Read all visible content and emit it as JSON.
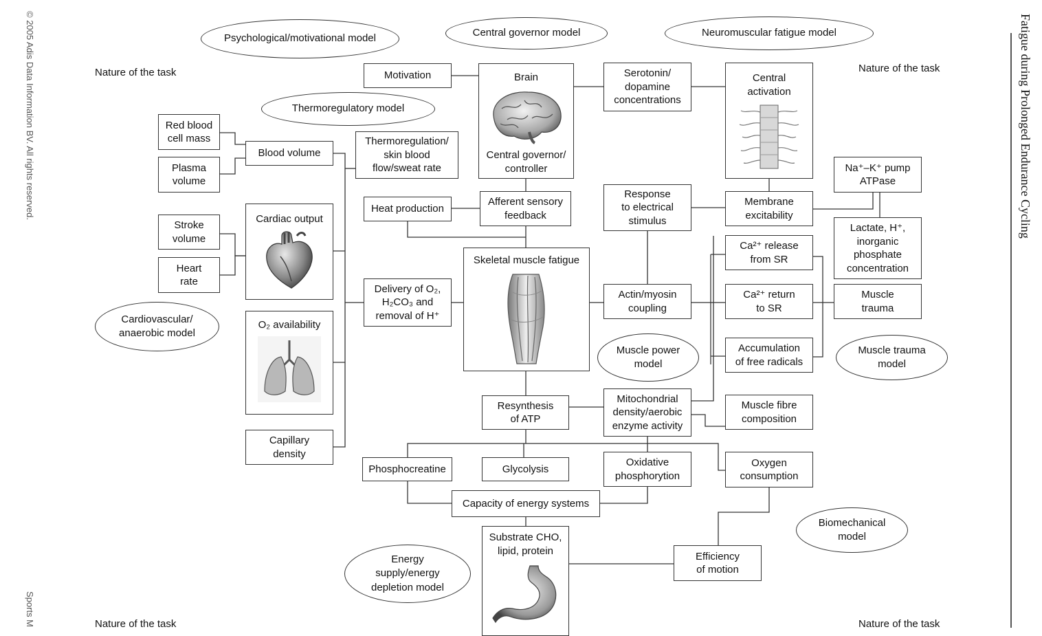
{
  "margin": {
    "copyright": "© 2005 Adis Data Information BV. All rights reserved.",
    "journal": "Sports M",
    "running_title": "Fatigue during Prolonged Endurance Cycling"
  },
  "corners": {
    "top_left": "Nature of the task",
    "top_right": "Nature of the task",
    "bottom_left": "Nature of the task",
    "bottom_right": "Nature of the task"
  },
  "models": {
    "psychological": "Psychological/motivational model",
    "central_governor": "Central governor model",
    "neuromuscular": "Neuromuscular fatigue model",
    "thermoregulatory": "Thermoregulatory model",
    "cardiovascular": "Cardiovascular/\nanaerobic model",
    "muscle_power": "Muscle power\nmodel",
    "muscle_trauma": "Muscle trauma\nmodel",
    "biomechanical": "Biomechanical\nmodel",
    "energy_supply": "Energy\nsupply/energy\ndepletion model"
  },
  "nodes": {
    "motivation": "Motivation",
    "brain": "Brain",
    "central_governor": "Central governor/\ncontroller",
    "serotonin": "Serotonin/\ndopamine\nconcentrations",
    "central_activation": "Central\nactivation",
    "red_blood": "Red blood\ncell mass",
    "plasma": "Plasma\nvolume",
    "blood_volume": "Blood volume",
    "thermoregulation": "Thermoregulation/\nskin blood\nflow/sweat rate",
    "na_k_pump": "Na⁺–K⁺ pump\nATPase",
    "heat_production": "Heat production",
    "afferent": "Afferent sensory\nfeedback",
    "response_electrical": "Response\nto electrical\nstimulus",
    "membrane": "Membrane\nexcitability",
    "stroke_volume": "Stroke\nvolume",
    "cardiac_output": "Cardiac output",
    "heart_rate": "Heart\nrate",
    "lactate": "Lactate, H⁺,\ninorganic\nphosphate\nconcentration",
    "ca_release": "Ca²⁺ release\nfrom SR",
    "skeletal_fatigue": "Skeletal muscle fatigue",
    "delivery": "Delivery of O₂,\nH₂CO₃ and\nremoval of H⁺",
    "actin_myosin": "Actin/myosin\ncoupling",
    "ca_return": "Ca²⁺ return\nto SR",
    "muscle_trauma": "Muscle\ntrauma",
    "o2_availability": "O₂ availability",
    "free_radicals": "Accumulation\nof free radicals",
    "resynthesis": "Resynthesis\nof ATP",
    "mitochondrial": "Mitochondrial\ndensity/aerobic\nenzyme activity",
    "fibre_composition": "Muscle fibre\ncomposition",
    "capillary": "Capillary\ndensity",
    "phosphocreatine": "Phosphocreatine",
    "glycolysis": "Glycolysis",
    "oxidative": "Oxidative\nphosphorytion",
    "oxygen_consumption": "Oxygen\nconsumption",
    "capacity": "Capacity of energy systems",
    "substrate": "Substrate CHO,\nlipid, protein",
    "efficiency": "Efficiency\nof motion"
  }
}
